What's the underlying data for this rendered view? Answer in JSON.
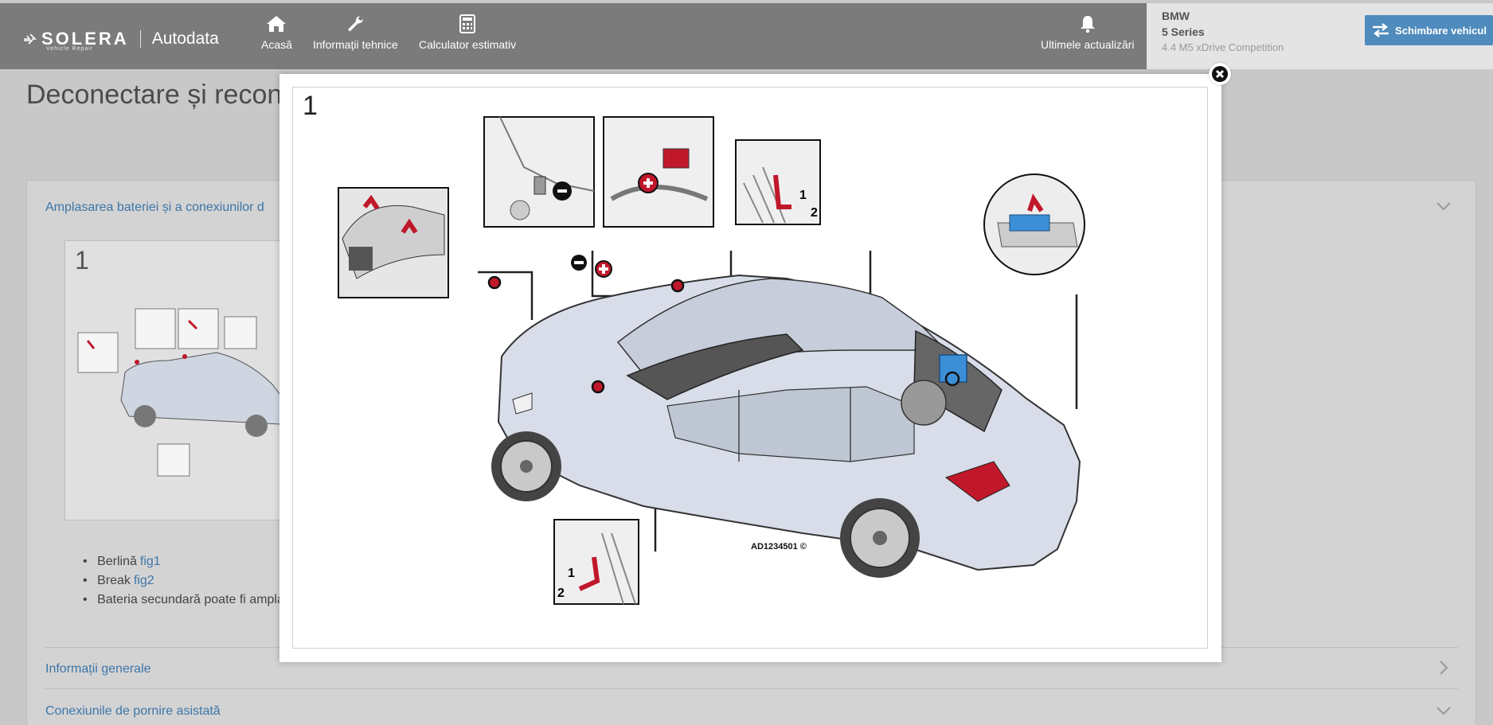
{
  "header": {
    "brand": "SOLERA",
    "brand_sub": "Vehicle Repair",
    "product": "Autodata",
    "nav": [
      {
        "label": "Acasă",
        "icon": "home-icon"
      },
      {
        "label": "Informații tehnice",
        "icon": "wrench-icon"
      },
      {
        "label": "Calculator estimativ",
        "icon": "calculator-icon"
      }
    ],
    "updates_label": "Ultimele actualizări",
    "vehicle": {
      "make": "BMW",
      "model": "5 Series",
      "variant": "4.4 M5 xDrive Competition"
    },
    "change_vehicle_label": "Schimbare vehicul"
  },
  "page": {
    "title": "Deconectare și recon",
    "sections": [
      {
        "title": "Amplasarea bateriei și a conexiunilor d"
      },
      {
        "title": "Informații generale"
      },
      {
        "title": "Conexiunile de pornire asistată"
      }
    ],
    "thumbnail_number": "1",
    "bullets": [
      {
        "text": "Berlină",
        "link": "fig1"
      },
      {
        "text": "Break",
        "link": "fig2"
      },
      {
        "text": "Bateria secundară poate fi ampla",
        "link": ""
      }
    ]
  },
  "modal": {
    "figure_number": "1",
    "figure_code": "AD1234501 ©",
    "callout_labels": [
      "1",
      "2",
      "1",
      "2"
    ]
  },
  "colors": {
    "header_bg": "#7b7b7b",
    "accent": "#4f8bbd",
    "link": "#3d76a8",
    "marker_red": "#c0182a",
    "battery_blue": "#3c8fd6"
  }
}
